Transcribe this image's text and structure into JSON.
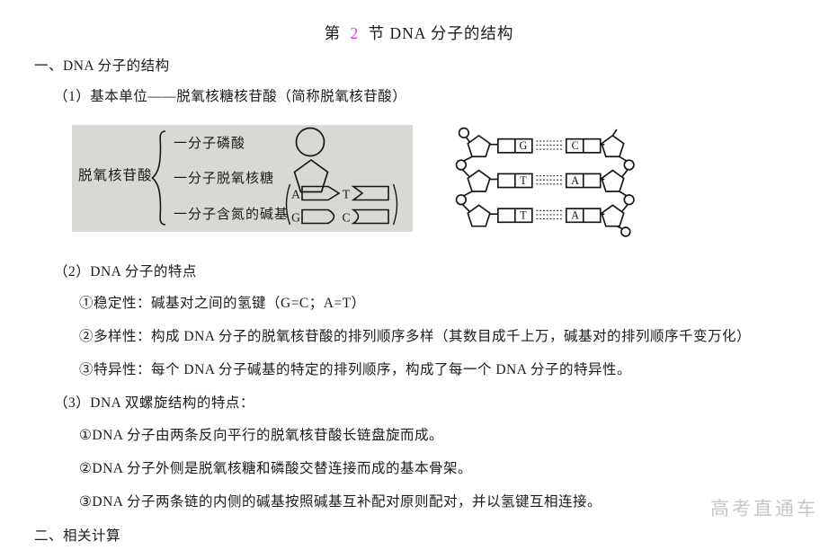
{
  "title": {
    "part1": "第",
    "part2": "2",
    "part3": "节 DNA 分子的结构"
  },
  "colors": {
    "accent": "#e835e8",
    "text": "#1b1b1b",
    "figure_bg": "#d9d8d4",
    "watermark": "#c7c7c7"
  },
  "section1": {
    "heading": "一、DNA 分子的结构",
    "item1": {
      "heading": "（1）基本单位——脱氧核糖核苷酸（简称脱氧核苷酸）",
      "figure": {
        "label": "脱氧核苷酸",
        "components": [
          "一分子磷酸",
          "一分子脱氧核糖",
          "一分子含氮的碱基"
        ],
        "base_pairs": [
          {
            "left": "A",
            "right": "T"
          },
          {
            "left": "G",
            "right": "C"
          }
        ]
      },
      "ladder": {
        "rows": [
          {
            "left": "G",
            "right": "C"
          },
          {
            "left": "T",
            "right": "A"
          },
          {
            "left": "T",
            "right": "A"
          }
        ]
      }
    },
    "item2": {
      "heading": "（2）DNA 分子的特点",
      "points": [
        "①稳定性：碱基对之间的氢键（G=C；A=T）",
        "②多样性：构成 DNA 分子的脱氧核苷酸的排列顺序多样（其数目成千上万，碱基对的排列顺序千变万化）",
        "③特异性：每个 DNA 分子碱基的特定的排列顺序，构成了每一个 DNA 分子的特异性。"
      ]
    },
    "item3": {
      "heading": "（3）DNA 双螺旋结构的特点：",
      "points": [
        "①DNA 分子由两条反向平行的脱氧核苷酸长链盘旋而成。",
        "②DNA 分子外侧是脱氧核糖和磷酸交替连接而成的基本骨架。",
        "③DNA 分子两条链的内侧的碱基按照碱基互补配对原则配对，并以氢键互相连接。"
      ]
    }
  },
  "section2": {
    "heading": "二、相关计算"
  },
  "watermark": "高考直通车"
}
